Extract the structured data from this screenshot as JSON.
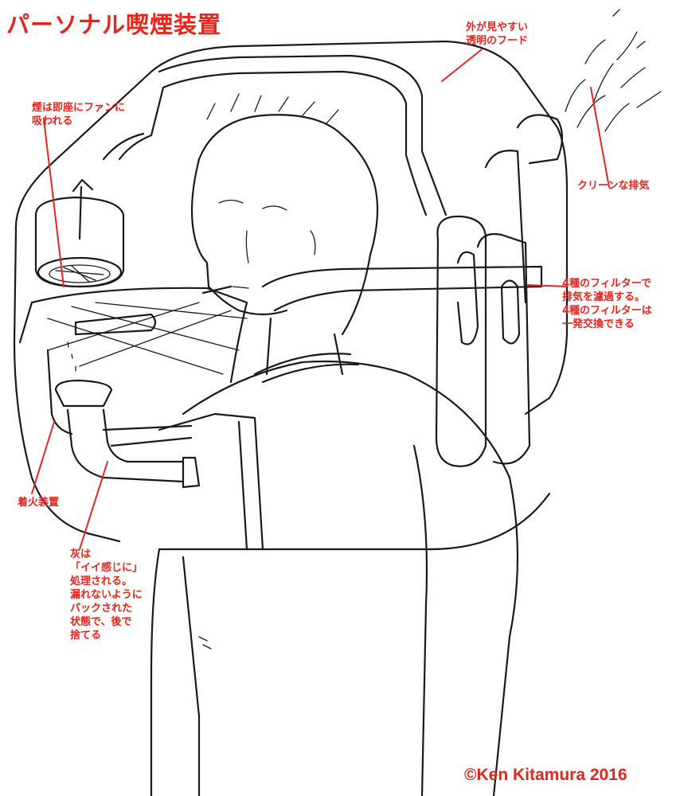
{
  "title": "パーソナル喫煙装置",
  "labels": {
    "hood": [
      "外が見やすい",
      "透明のフード"
    ],
    "fan": [
      "煙は即座にファンに",
      "吸われる"
    ],
    "exhaust": [
      "クリーンな排気"
    ],
    "filter": [
      "4種のフィルターで",
      "排気を濾過する。",
      "4種のフィルターは",
      "一発交換できる"
    ],
    "igniter": [
      "着火装置"
    ],
    "ash": [
      "灰は",
      "「イイ感じに」",
      "処理される。",
      "漏れないように",
      "パックされた",
      "状態で、後で",
      "捨てる"
    ]
  },
  "credit": "©Ken Kitamura 2016",
  "colors": {
    "annotation": "#e8241c",
    "ink": "#1a1a1a",
    "background": "#ffffff"
  }
}
